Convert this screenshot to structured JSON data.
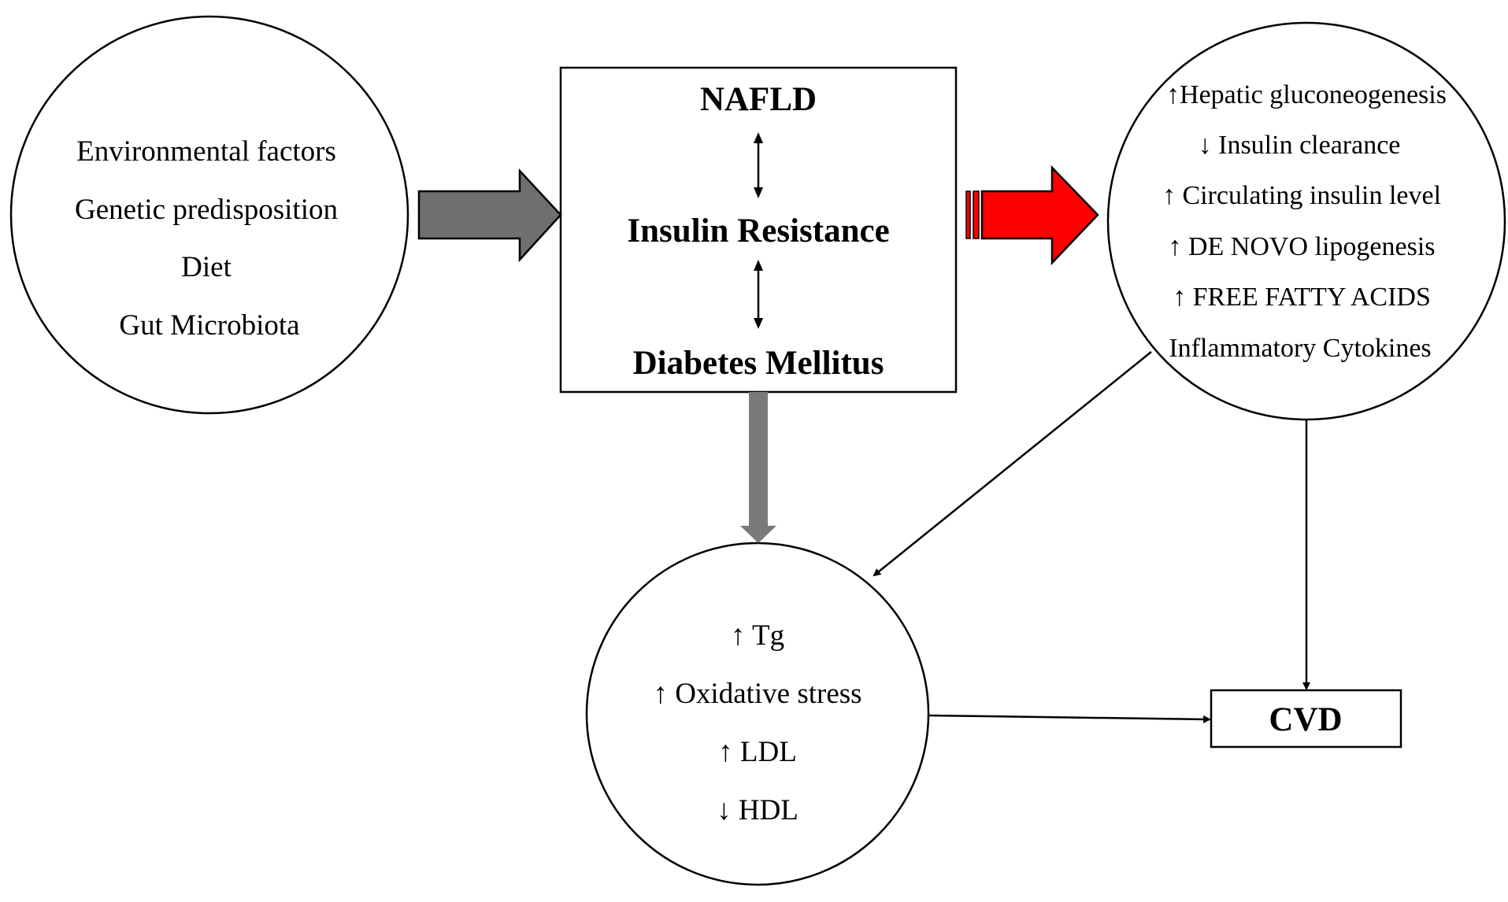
{
  "factors_circle": {
    "items": [
      "Environmental factors",
      "Genetic predisposition",
      "Diet",
      "Gut Microbiota"
    ]
  },
  "central_box": {
    "top": "NAFLD",
    "middle": "Insulin Resistance",
    "bottom": "Diabetes Mellitus"
  },
  "effects_circle": {
    "items": [
      "↑Hepatic gluconeogenesis",
      "↓ Insulin clearance",
      "↑ Circulating insulin level",
      "↑ DE NOVO lipogenesis",
      "↑ FREE FATTY ACIDS",
      "Inflammatory Cytokines"
    ]
  },
  "lipid_circle": {
    "items": [
      "↑ Tg",
      "↑ Oxidative stress",
      "↑ LDL",
      "↓ HDL"
    ]
  },
  "outcome_box": {
    "label": "CVD"
  },
  "colors": {
    "gray_arrow": "#6f6f6f",
    "gray_down_arrow": "#7a7a7a",
    "red_arrow": "#ff0000",
    "line": "#000000"
  }
}
